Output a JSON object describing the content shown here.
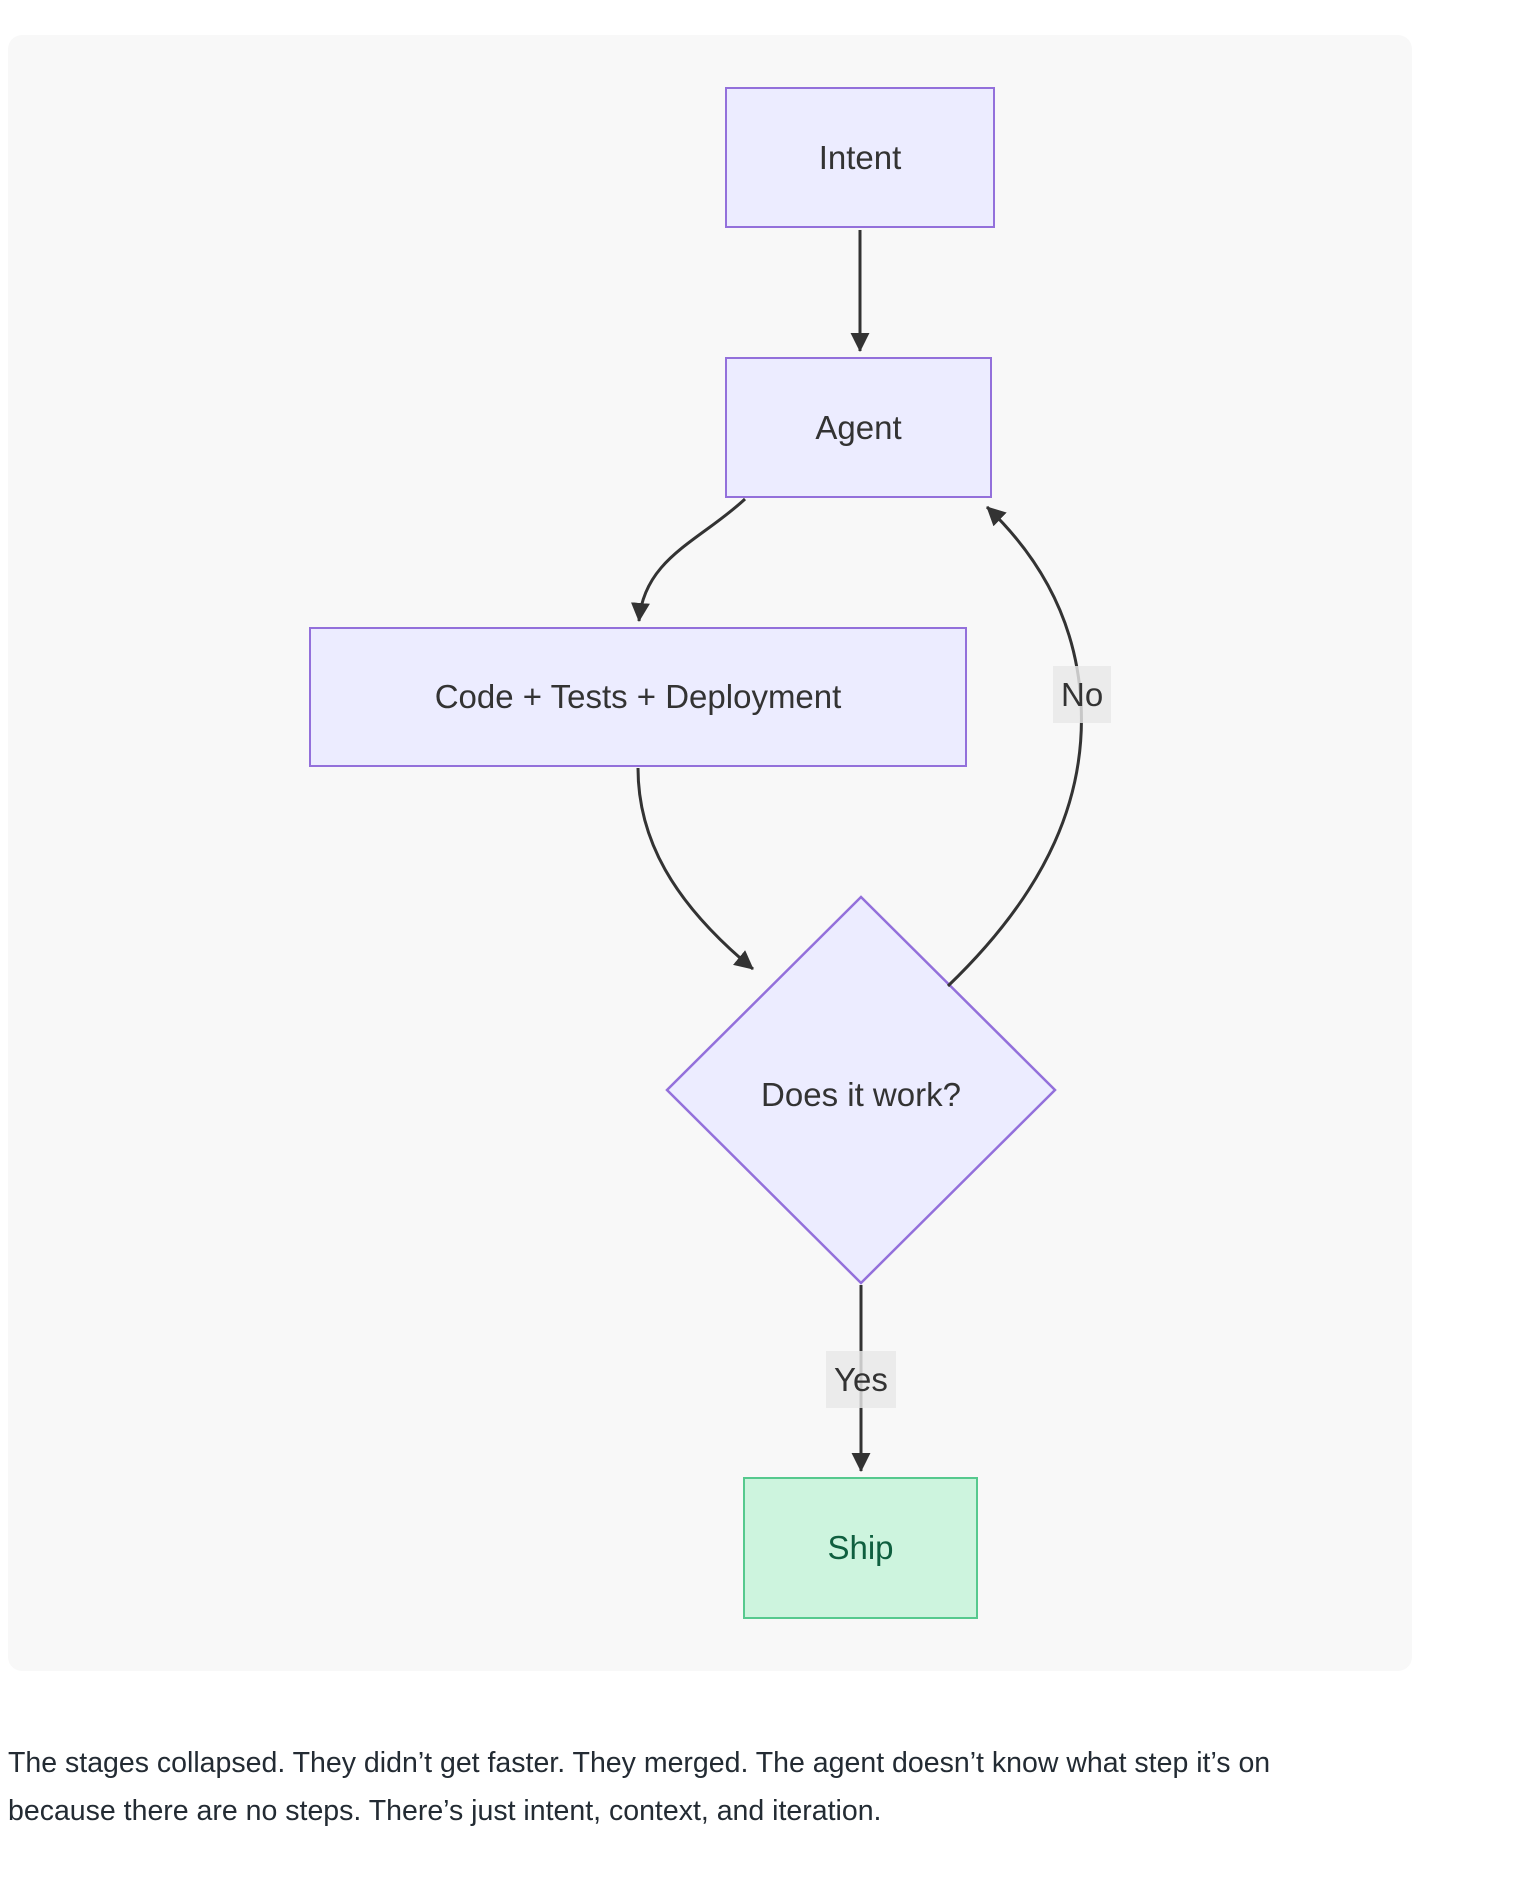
{
  "diagram": {
    "nodes": [
      {
        "id": "intent",
        "label": "Intent",
        "shape": "rect"
      },
      {
        "id": "agent",
        "label": "Agent",
        "shape": "rect"
      },
      {
        "id": "code",
        "label": "Code + Tests + Deployment",
        "shape": "rect"
      },
      {
        "id": "decision",
        "label": "Does it work?",
        "shape": "diamond"
      },
      {
        "id": "ship",
        "label": "Ship",
        "shape": "rect"
      }
    ],
    "edges": [
      {
        "from": "intent",
        "to": "agent",
        "label": ""
      },
      {
        "from": "agent",
        "to": "code",
        "label": ""
      },
      {
        "from": "code",
        "to": "decision",
        "label": ""
      },
      {
        "from": "decision",
        "to": "agent",
        "label": "No"
      },
      {
        "from": "decision",
        "to": "ship",
        "label": "Yes"
      }
    ],
    "colors": {
      "node_fill": "#ececff",
      "node_border": "#9370db",
      "node_text": "#333333",
      "edge_line": "#333333",
      "edge_label_bg": "#e8e8e8",
      "ship_fill": "#cdf4de",
      "ship_border": "#56c98e",
      "ship_text": "#0f5f3f",
      "panel_bg": "#f8f8f8",
      "page_bg": "#ffffff",
      "caption_text": "#232b33"
    }
  },
  "caption": {
    "line1": "The stages collapsed. They didn’t get faster. They merged. The agent doesn’t know what step it’s on",
    "line2": "because there are no steps. There’s just intent, context, and iteration."
  }
}
